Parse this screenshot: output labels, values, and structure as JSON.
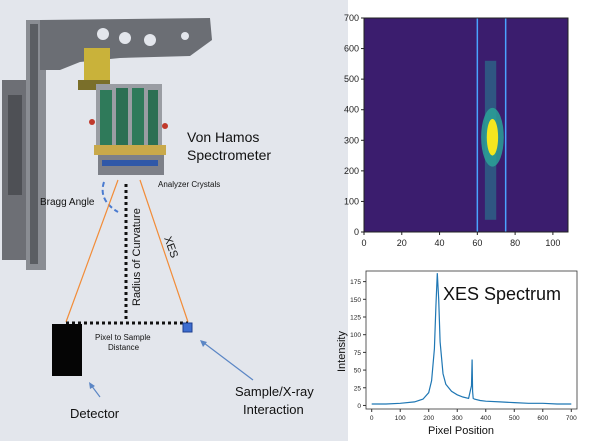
{
  "diagram": {
    "labels": {
      "spectrometer": [
        "Von Hamos",
        "Spectrometer"
      ],
      "analyzer": "Analyzer Crystals",
      "bragg": "Bragg Angle",
      "xes": "XES",
      "radius": "Radius of Curvature",
      "pixel_dist": [
        "Pixel to Sample",
        "Distance"
      ],
      "detector": "Detector",
      "sample": [
        "Sample/X-ray",
        "Interaction"
      ]
    },
    "colors": {
      "background_panel": "#dfe3ea",
      "beam": "#f28c38",
      "pointer": "#5b86c5",
      "bragg_arc": "#4a7bd0"
    }
  },
  "detector_image": {
    "colors": {
      "background": "#3b1d6e",
      "streak_high": "#f4e61e",
      "streak_mid": "#2aa198",
      "lines": "#4aa3ff"
    }
  },
  "chart_data": [
    {
      "type": "heatmap",
      "title": "",
      "xlabel": "",
      "ylabel": "",
      "xlim": [
        0,
        108
      ],
      "ylim": [
        0,
        700
      ],
      "xticks": [
        "0",
        "20",
        "40",
        "60",
        "80",
        "100"
      ],
      "yticks": [
        "0",
        "100",
        "200",
        "300",
        "400",
        "500",
        "600",
        "700"
      ],
      "vertical_lines_x": [
        60,
        75
      ],
      "hotspot": {
        "x_center": 68,
        "x_halfwidth": 3,
        "y_center": 310,
        "y_halfwidth": 60
      },
      "faint_band": {
        "x_center": 67,
        "y_range": [
          40,
          560
        ]
      }
    },
    {
      "type": "line",
      "title": "XES Spectrum",
      "xlabel": "Pixel Position",
      "ylabel": "Intensity",
      "xlim": [
        -20,
        720
      ],
      "ylim": [
        -5,
        190
      ],
      "xticks": [
        "0",
        "100",
        "200",
        "300",
        "400",
        "500",
        "600",
        "700"
      ],
      "yticks": [
        "0",
        "25",
        "50",
        "75",
        "100",
        "125",
        "150",
        "175"
      ],
      "color": "#1f77b4",
      "series": [
        {
          "x": [
            0,
            50,
            100,
            150,
            180,
            200,
            210,
            220,
            225,
            230,
            235,
            240,
            250,
            260,
            280,
            300,
            320,
            340,
            350,
            352,
            354,
            356,
            360,
            380,
            400,
            450,
            500,
            550,
            600,
            650,
            700
          ],
          "values": [
            2,
            2,
            3,
            5,
            9,
            18,
            35,
            80,
            140,
            187,
            150,
            90,
            45,
            30,
            20,
            15,
            12,
            10,
            28,
            65,
            20,
            10,
            9,
            7,
            6,
            5,
            4,
            3,
            3,
            2,
            2
          ]
        }
      ]
    }
  ]
}
